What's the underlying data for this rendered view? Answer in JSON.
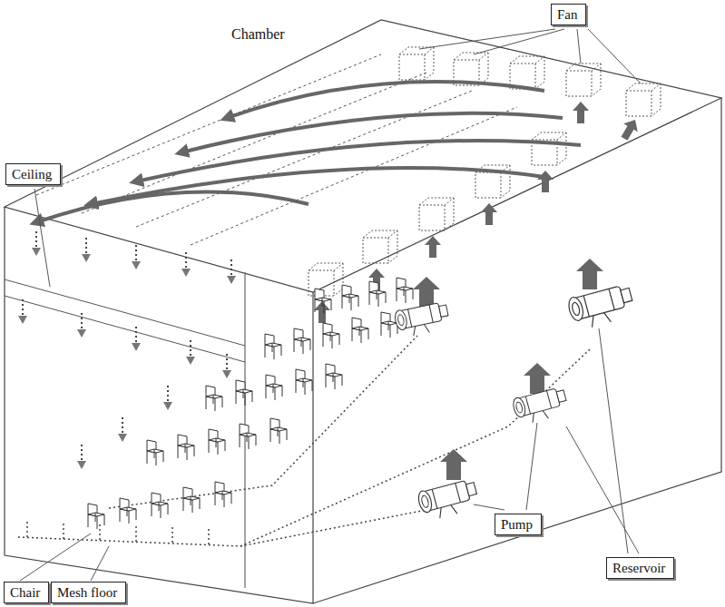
{
  "diagram": {
    "nodes": [
      {
        "text": [
          "Fan"
        ]
      },
      {
        "text": [
          "Ceiling"
        ]
      },
      {
        "text": [
          "Pump"
        ]
      },
      {
        "text": [
          "Reservoir"
        ]
      },
      {
        "text": [
          "Chair"
        ]
      },
      {
        "text": [
          "Mesh floor"
        ]
      }
    ],
    "labels": [
      "Chamber"
    ]
  }
}
